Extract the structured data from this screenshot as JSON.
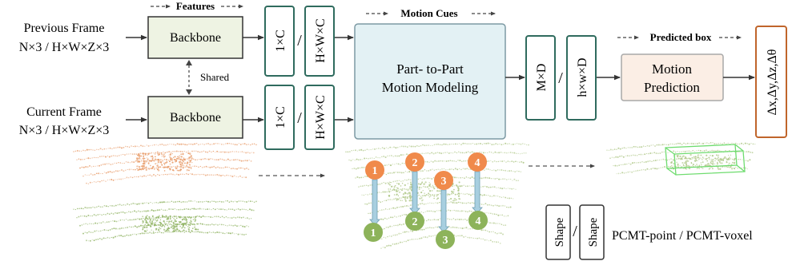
{
  "inputs": {
    "previous_title": "Previous Frame",
    "previous_dims": "N×3 / H×W×Z×3",
    "current_title": "Current Frame",
    "current_dims": "N×3 / H×W×Z×3"
  },
  "backbone": {
    "top_label": "Backbone",
    "bottom_label": "Backbone",
    "shared_label": "Shared"
  },
  "stage_labels": {
    "features": "Features",
    "motion_cues": "Motion Cues",
    "predicted_box": "Predicted box"
  },
  "feature_blocks": {
    "top": {
      "point": "1×C",
      "voxel": "H×W×C"
    },
    "bottom": {
      "point": "1×C",
      "voxel": "H×W×C"
    },
    "separator": "/"
  },
  "motion_modeling": {
    "line1": "Part- to-Part",
    "line2": "Motion Modeling"
  },
  "motion_features": {
    "point": "M×D",
    "voxel": "h×w×D",
    "separator": "/"
  },
  "motion_prediction": {
    "line1": "Motion",
    "line2": "Prediction"
  },
  "output": {
    "label": "Δx,Δy,Δz,Δθ"
  },
  "correspondence": {
    "top_markers": [
      "1",
      "2",
      "3",
      "4"
    ],
    "bottom_markers": [
      "1",
      "2",
      "3",
      "4"
    ]
  },
  "legend": {
    "shape_a": "Shape",
    "shape_b": "Shape",
    "separator": "/",
    "caption": "PCMT-point / PCMT-voxel"
  },
  "colors": {
    "backbone_fill": "#eef3e3",
    "backbone_stroke": "#333333",
    "feature_stroke": "#2f6b5e",
    "motion_fill": "#e3f1f4",
    "motion_stroke": "#7d9aa4",
    "prediction_fill": "#fbeee5",
    "prediction_stroke": "#a8a8a8",
    "output_stroke": "#c0652b",
    "orange": "#f08a4b",
    "green": "#8db35a",
    "arrow_blue": "#a8cfe0",
    "bbox_green": "#6fdc6f"
  }
}
